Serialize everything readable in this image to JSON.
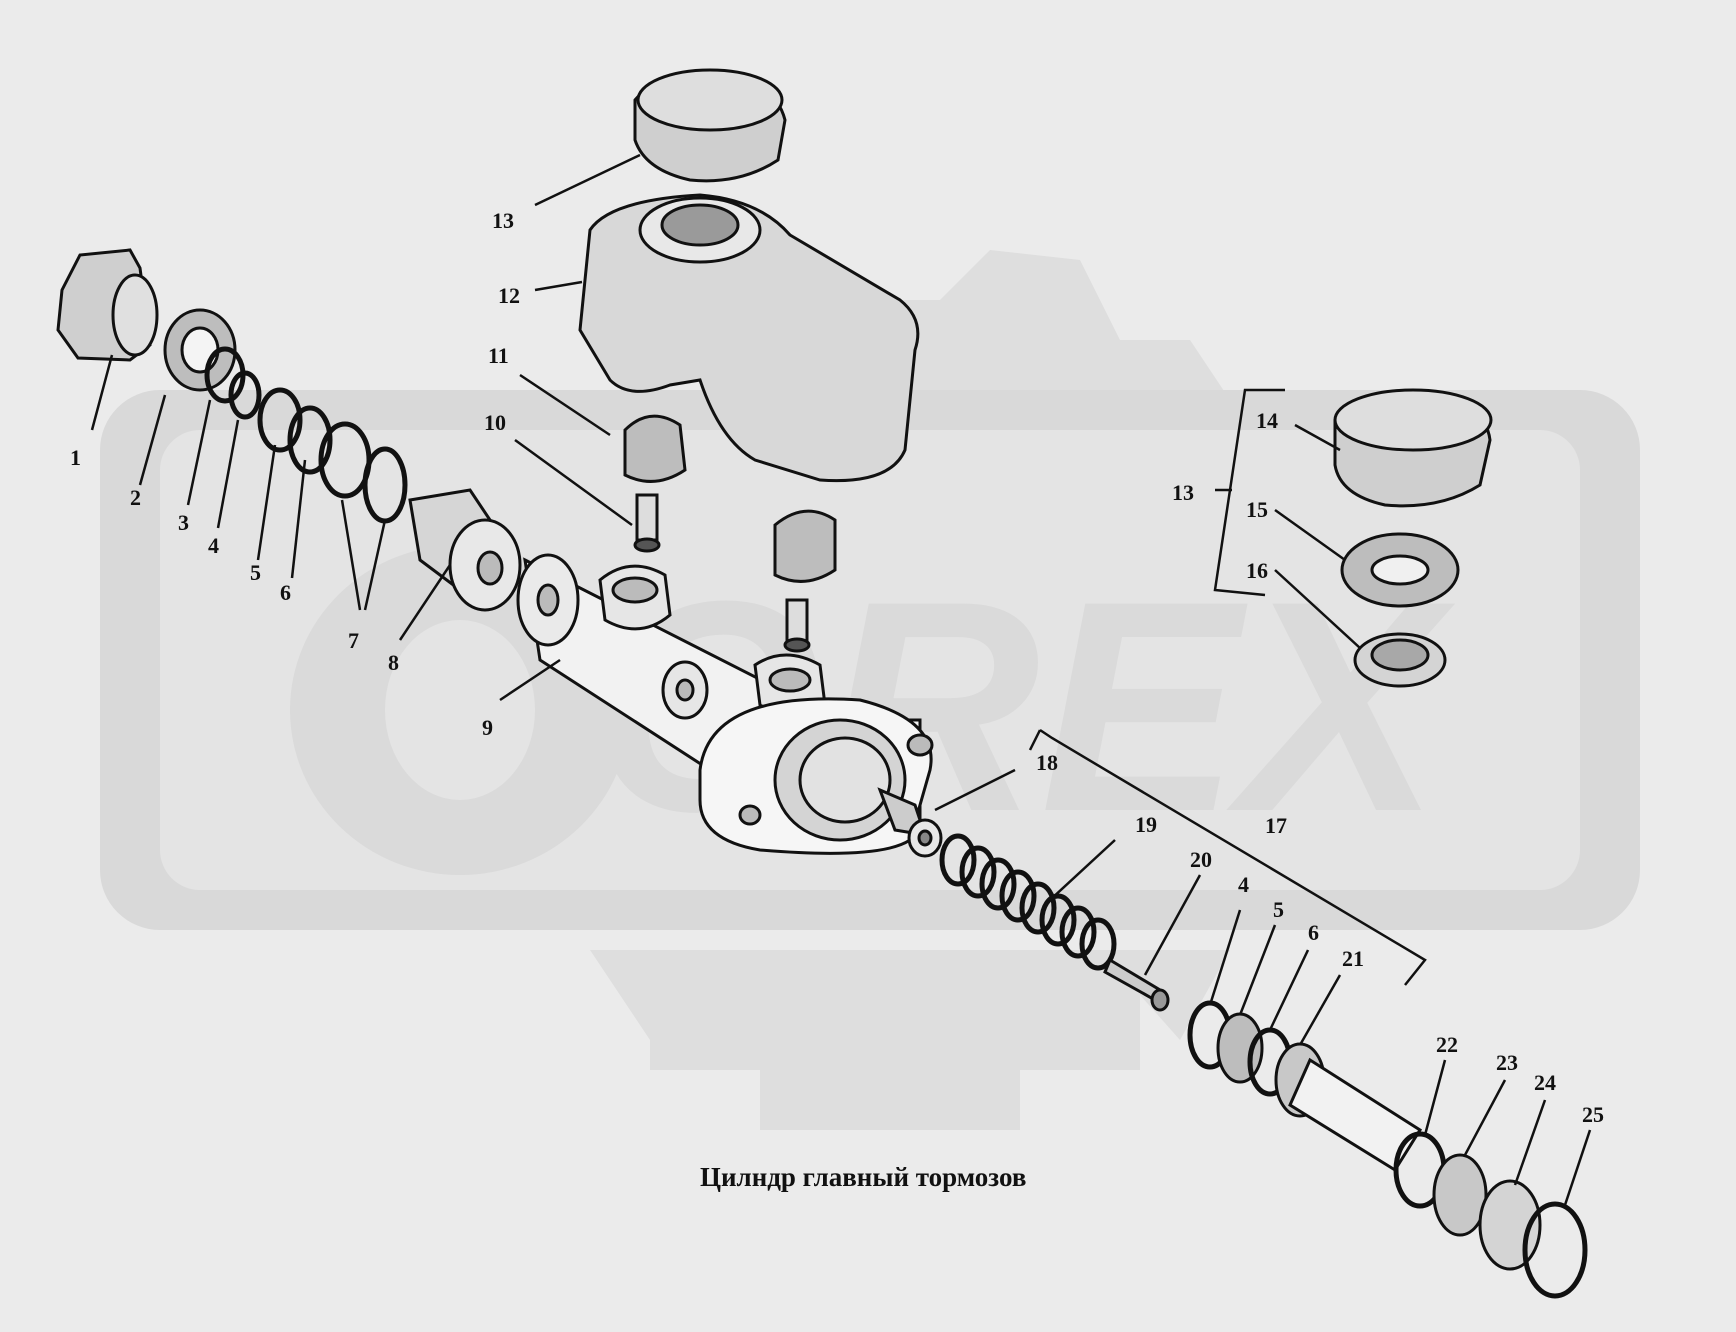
{
  "caption": "Цилндр главный тормозов",
  "watermark": "OREX",
  "colors": {
    "background": "#ebebeb",
    "watermark": "#d8d8d8",
    "ink": "#111111"
  },
  "callouts": [
    "1",
    "2",
    "3",
    "4",
    "5",
    "6",
    "7",
    "8",
    "9",
    "10",
    "11",
    "12",
    "13",
    "14",
    "13",
    "15",
    "16",
    "17",
    "18",
    "19",
    "20",
    "4",
    "5",
    "6",
    "21",
    "22",
    "23",
    "24",
    "25"
  ]
}
